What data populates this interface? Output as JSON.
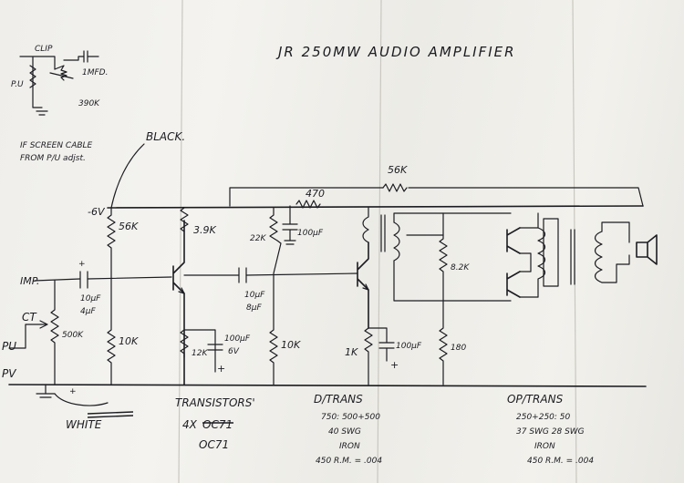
{
  "title": "JR 250MW AUDIO AMPLIFIER",
  "inset": {
    "clip": "CLIP",
    "pu": "P.U",
    "cap": "1MFD.",
    "res": "390K",
    "note_line1": "IF SCREEN CABLE",
    "note_line2": "FROM P/U adjst."
  },
  "wire_labels": {
    "black": "BLACK.",
    "white": "WHITE",
    "minus6v": "-6V",
    "imp": "IMP.",
    "ct": "CT",
    "pu": "PU",
    "pv": "PV"
  },
  "components": {
    "r56k_a": "56K",
    "r39k": "3.9K",
    "r22k": "22K",
    "r470": "470",
    "c100_top": "100µF",
    "r56k_fb": "56K",
    "c10_a": "10µF",
    "c10_b": "4µF",
    "pot": "500K",
    "r10k_a": "10K",
    "c10_mid_a": "10µF",
    "c10_mid_b": "8µF",
    "r12k": "12K",
    "c100_mid": "100µF",
    "c6v": "6V",
    "r10k_b": "10K",
    "r1k": "1K",
    "c100_right": "100µF",
    "r82k": "8.2K",
    "r180": "180"
  },
  "notes": {
    "transistors_title": "TRANSISTORS'",
    "transistors_count": "4X",
    "transistors_count_struck": "OC71",
    "transistors_type": "OC71",
    "dtrans_title": "D/TRANS",
    "dtrans_turns": "750: 500+500",
    "dtrans_wire": "40 SWG",
    "dtrans_core": "IRON",
    "dtrans_spec": "450 R.M. = .004",
    "optrans_title": "OP/TRANS",
    "optrans_turns": "250+250: 50",
    "optrans_wire": "37 SWG   28 SWG",
    "optrans_core": "IRON",
    "optrans_spec": "450 R.M. = .004"
  }
}
